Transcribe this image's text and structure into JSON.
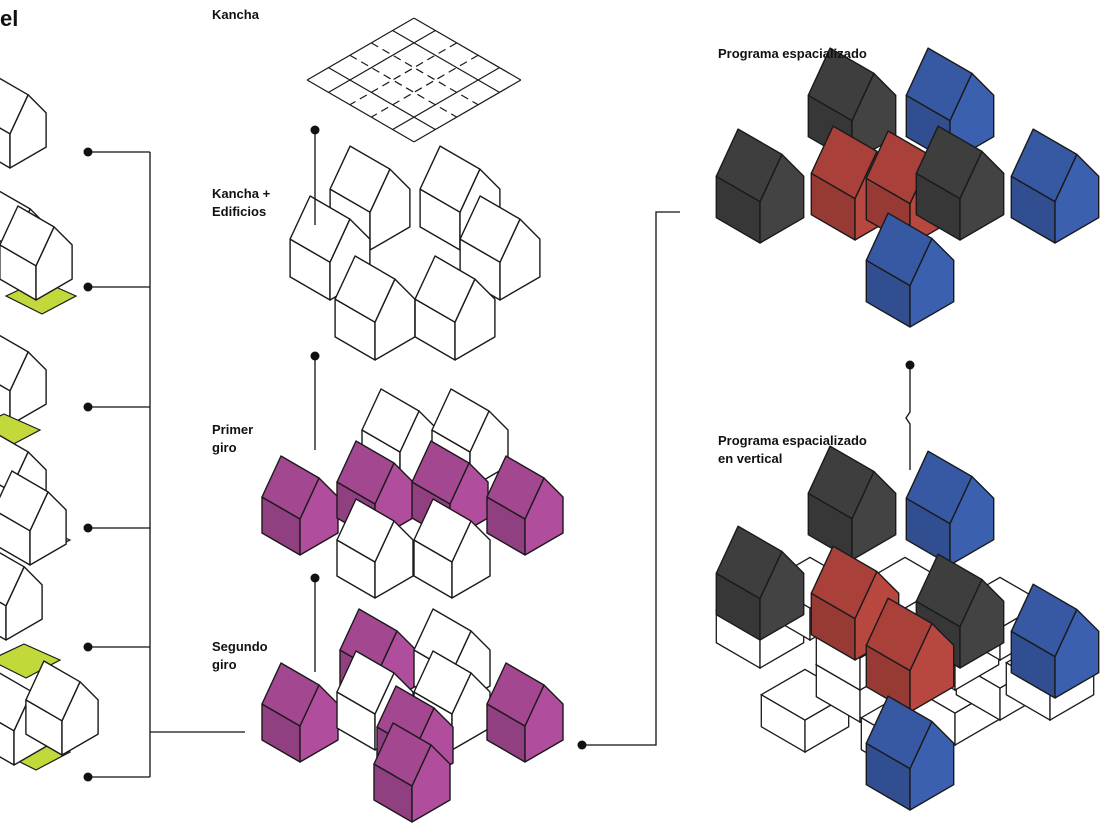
{
  "title_fragment": "el",
  "labels": {
    "kancha": "Kancha",
    "kancha_edificios": "Kancha +\nEdificios",
    "primer_giro": "Primer\ngiro",
    "segundo_giro": "Segundo\ngiro",
    "programa": "Programa espacializado",
    "programa_vertical": "Programa espacializado\nen vertical"
  },
  "colors": {
    "magenta": "#b04d9c",
    "dark": "#434343",
    "red": "#b8473f",
    "blue": "#3c60b0",
    "lime": "#c3d83a",
    "line": "#1a1a1a"
  }
}
